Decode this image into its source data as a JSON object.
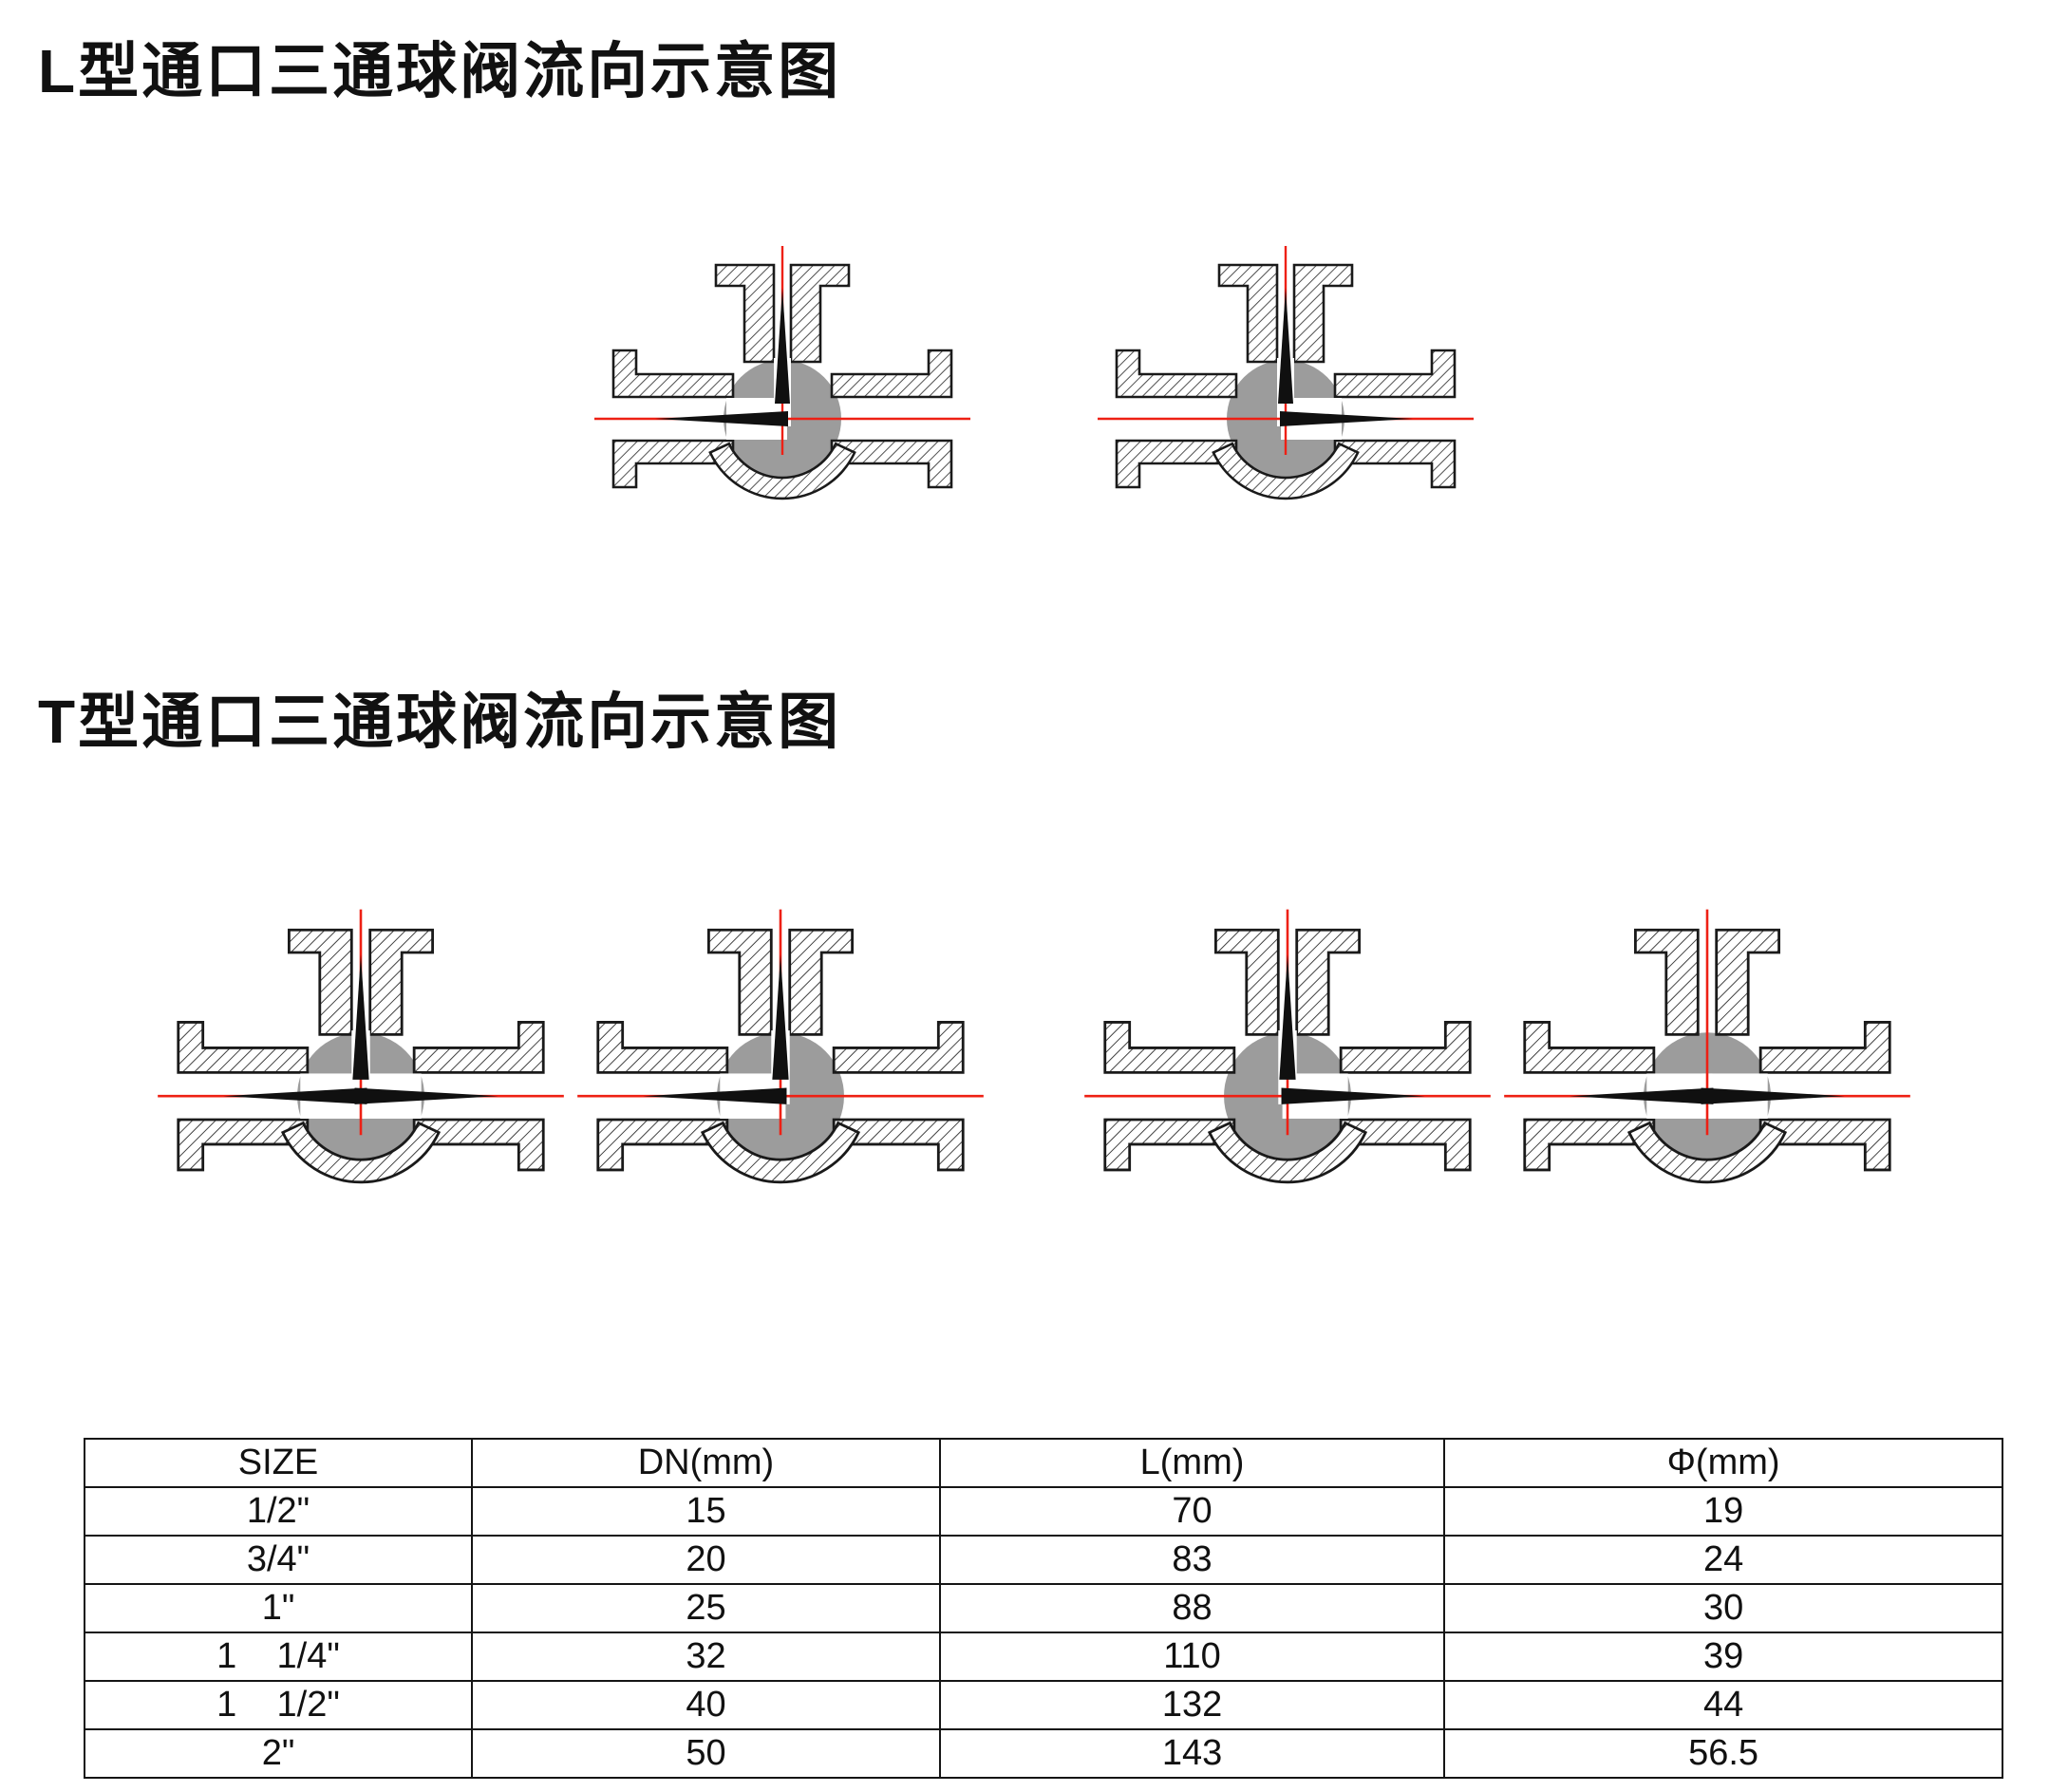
{
  "sections": {
    "l_type": {
      "title": "L型通口三通球阀流向示意图"
    },
    "t_type": {
      "title": "T型通口三通球阀流向示意图"
    }
  },
  "valves": {
    "l_type": [
      {
        "name": "l-valve-1",
        "flow_arrows": [
          "up",
          "left"
        ]
      },
      {
        "name": "l-valve-2",
        "flow_arrows": [
          "up",
          "right"
        ]
      }
    ],
    "t_type": [
      {
        "name": "t-valve-1",
        "flow_arrows": [
          "up",
          "left",
          "right"
        ]
      },
      {
        "name": "t-valve-2",
        "flow_arrows": [
          "up",
          "left"
        ]
      },
      {
        "name": "t-valve-3",
        "flow_arrows": [
          "up",
          "right"
        ]
      },
      {
        "name": "t-valve-4",
        "flow_arrows": [
          "left",
          "right"
        ]
      }
    ]
  },
  "colors": {
    "centerline_red": "#ee2014",
    "ball_gray": "#9c9c9c",
    "hatch_line": "#3c3c3c",
    "body_outline": "#1a1a1a",
    "arrow_black": "#101010"
  },
  "table": {
    "headers": [
      "SIZE",
      "DN(mm)",
      "L(mm)",
      "Φ(mm)"
    ],
    "rows": [
      [
        "1/2\"",
        "15",
        "70",
        "19"
      ],
      [
        "3/4\"",
        "20",
        "83",
        "24"
      ],
      [
        "1\"",
        "25",
        "88",
        "30"
      ],
      [
        "1    1/4\"",
        "32",
        "110",
        "39"
      ],
      [
        "1    1/2\"",
        "40",
        "132",
        "44"
      ],
      [
        "2\"",
        "50",
        "143",
        "56.5"
      ]
    ]
  }
}
